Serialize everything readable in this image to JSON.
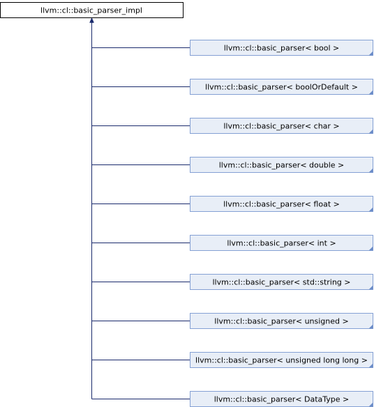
{
  "diagram": {
    "base_class": {
      "label": "llvm::cl::basic_parser_impl"
    },
    "derived_classes": [
      {
        "label": "llvm::cl::basic_parser< bool >"
      },
      {
        "label": "llvm::cl::basic_parser< boolOrDefault >"
      },
      {
        "label": "llvm::cl::basic_parser< char >"
      },
      {
        "label": "llvm::cl::basic_parser< double >"
      },
      {
        "label": "llvm::cl::basic_parser< float >"
      },
      {
        "label": "llvm::cl::basic_parser< int >"
      },
      {
        "label": "llvm::cl::basic_parser< std::string >"
      },
      {
        "label": "llvm::cl::basic_parser< unsigned >"
      },
      {
        "label": "llvm::cl::basic_parser< unsigned long long >"
      },
      {
        "label": "llvm::cl::basic_parser< DataType >"
      }
    ],
    "colors": {
      "base_fill": "#ffffff",
      "derived_fill": "#e8eef7",
      "border": "#000000",
      "derived_border": "#84a0d4",
      "corner_marker": "#6a8bc8",
      "edge": "#1a2a6c"
    }
  }
}
